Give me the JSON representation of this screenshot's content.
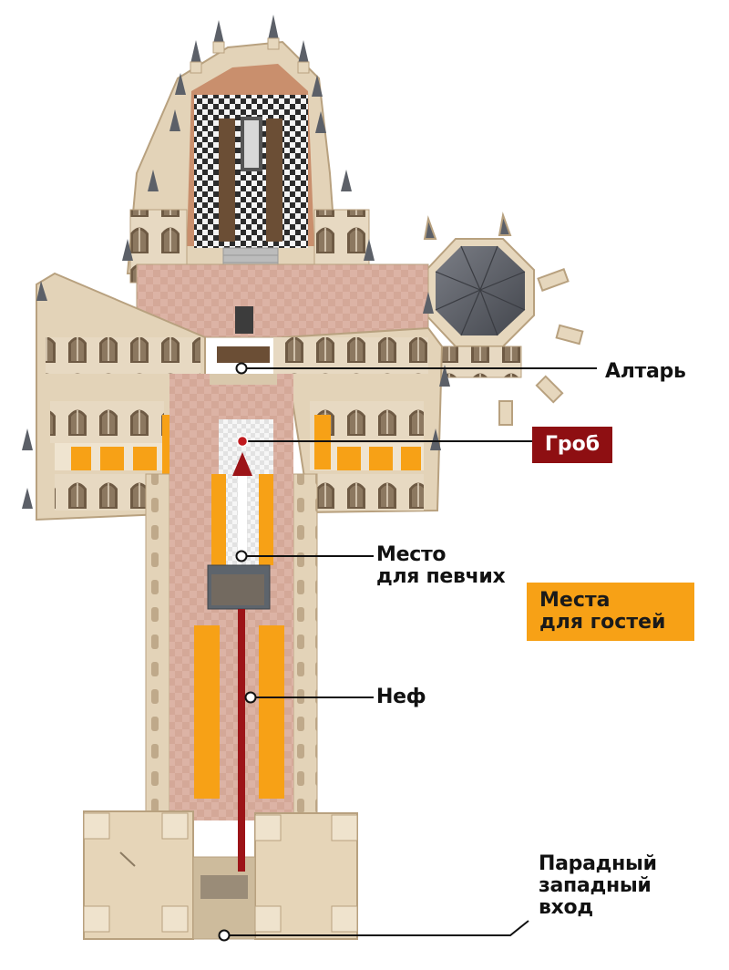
{
  "labels": {
    "altar": "Алтарь",
    "coffin": "Гроб",
    "choir": [
      "Место",
      "для певчих"
    ],
    "guests": [
      "Места",
      "для гостей"
    ],
    "nave": "Неф",
    "entrance": [
      "Парадный",
      "западный",
      "вход"
    ]
  },
  "colors": {
    "guest_seating": "#f7a116",
    "coffin_marker": "#8e0f12",
    "aisle_arrow": "#9c1418",
    "floor": "#dcb3a5",
    "stone": "#e6d7bd",
    "roof_dome": "#5e6168"
  }
}
